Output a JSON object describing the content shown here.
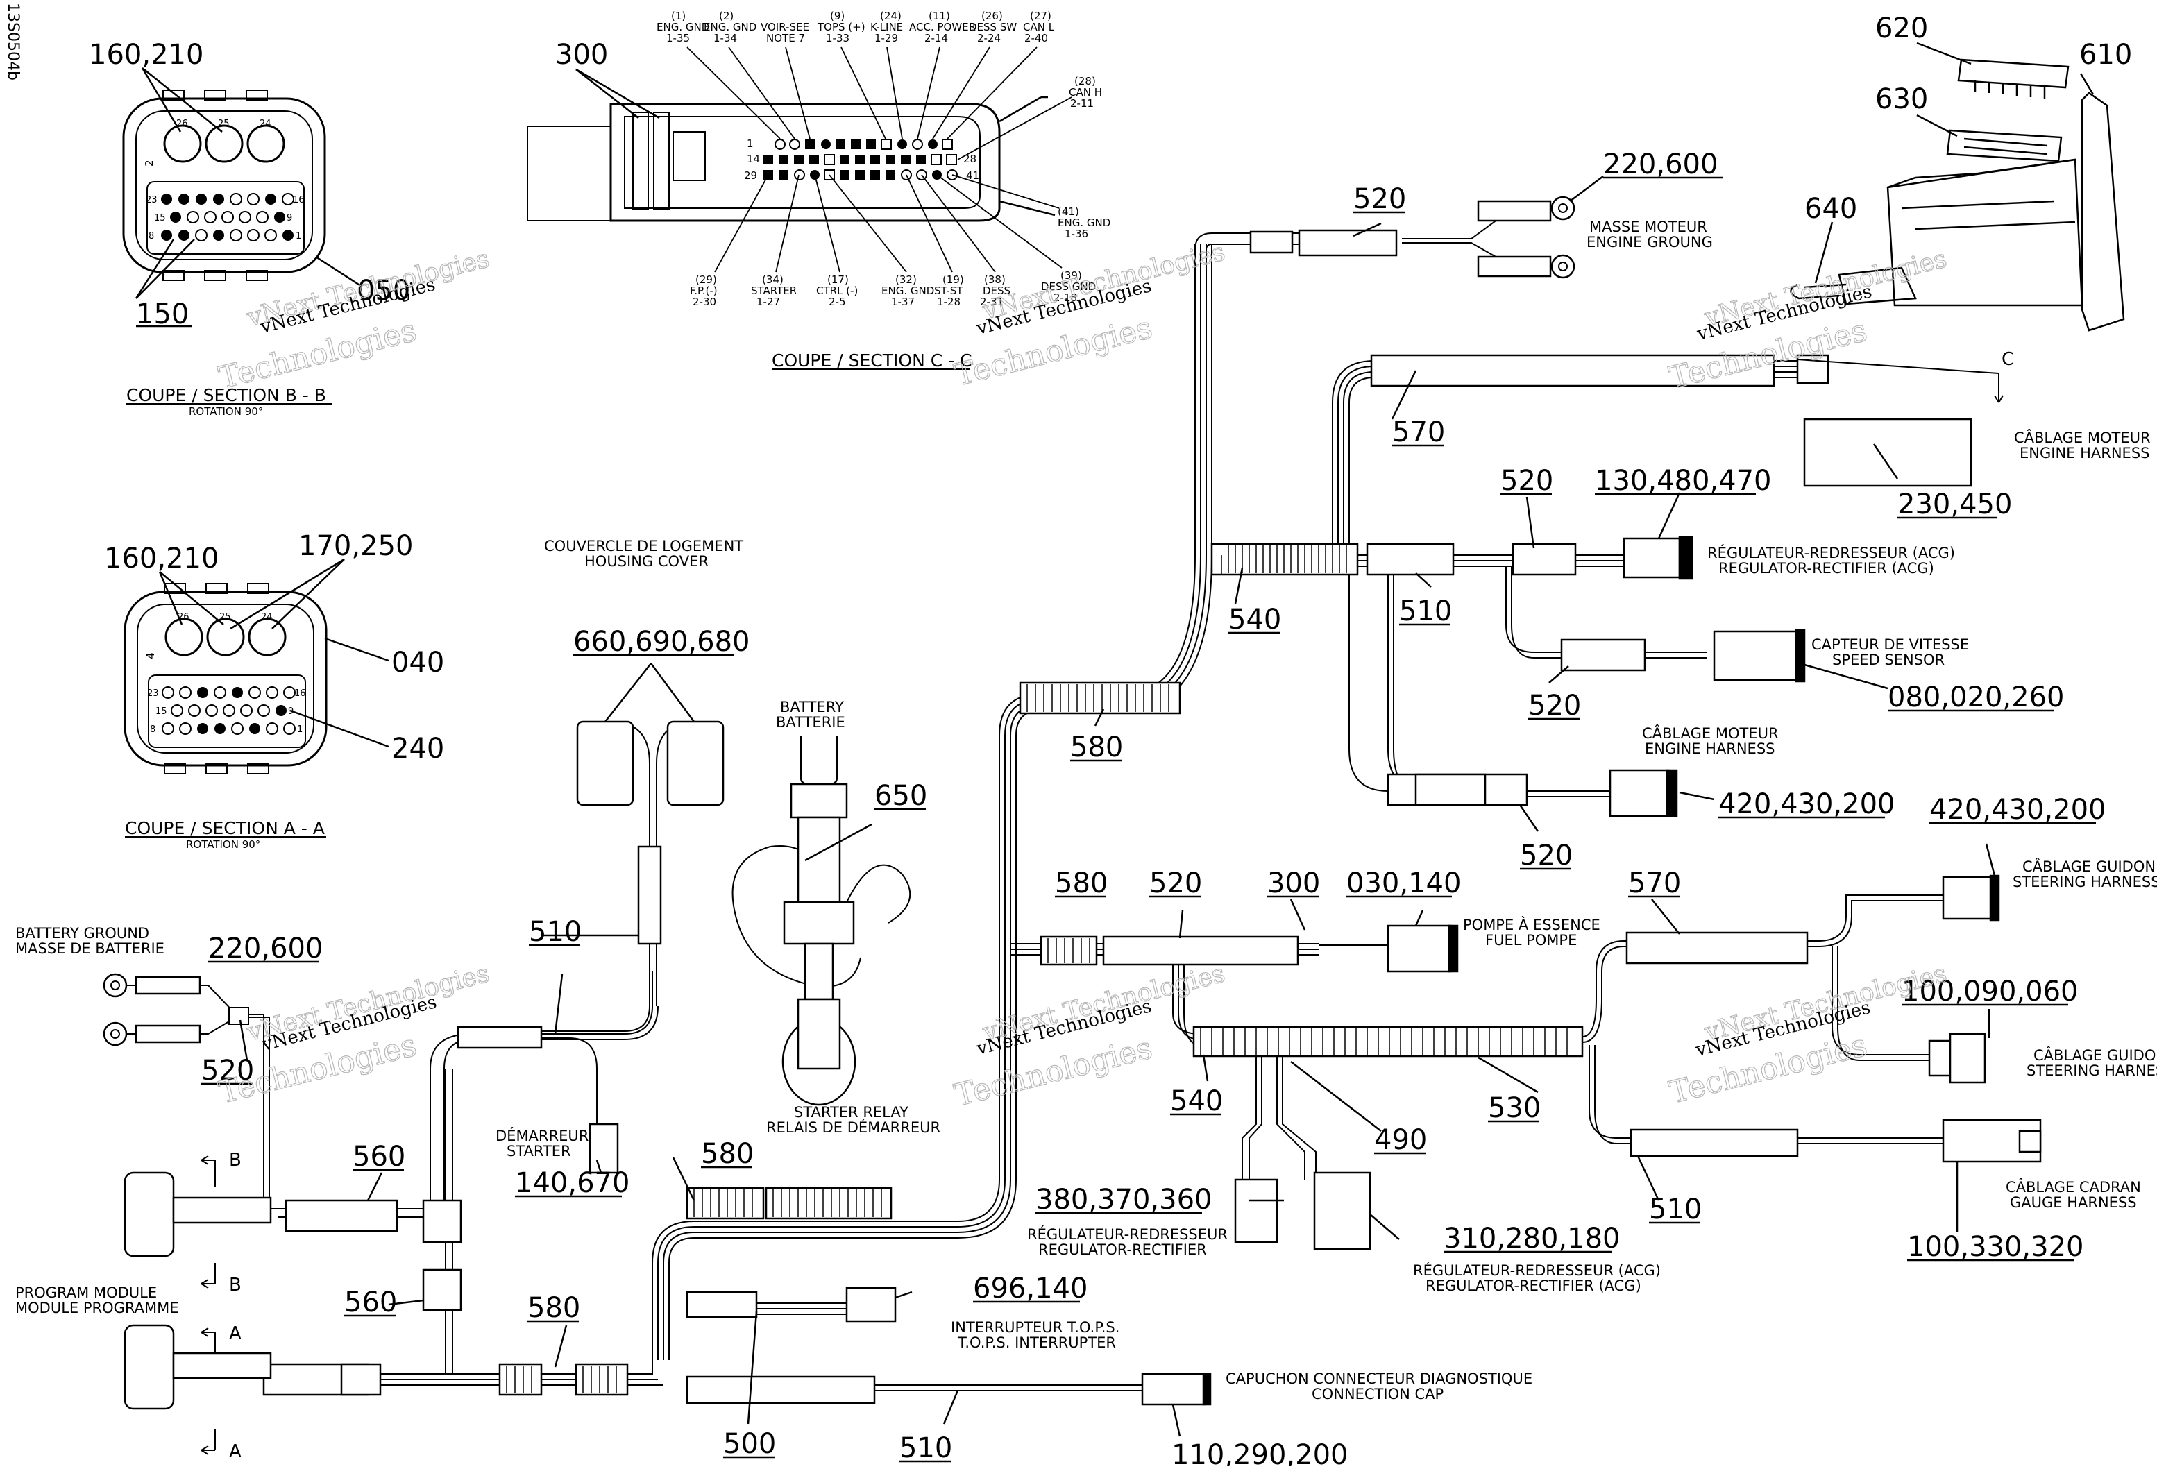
{
  "drawing_id": "13S0504b",
  "watermark": {
    "line1": "vNext Technologies",
    "line2": "Technologies"
  },
  "part_numbers": {
    "p160_210": "160,210",
    "p150": "150",
    "p050": "050",
    "p300": "300",
    "p620": "620",
    "p610": "610",
    "p630": "630",
    "p640": "640",
    "p220_600": "220,600",
    "p520": "520",
    "p570": "570",
    "p230_450": "230,450",
    "p130_480_470": "130,480,470",
    "p540": "540",
    "p510": "510",
    "p080_020_260": "080,020,260",
    "p580": "580",
    "p420_430_200": "420,430,200",
    "p170_250": "170,250",
    "p040": "040",
    "p240": "240",
    "p660_690_680": "660,690,680",
    "p650": "650",
    "p030_140": "030,140",
    "p100_090_060": "100,090,060",
    "p490": "490",
    "p530": "530",
    "p140_670": "140,670",
    "p560": "560",
    "p380_370_360": "380,370,360",
    "p310_280_180": "310,280,180",
    "p696_140": "696,140",
    "p500": "500",
    "p110_290_200": "110,290,200",
    "p100_330_320": "100,330,320"
  },
  "captions": {
    "section_bb": "COUPE / SECTION B - B",
    "section_aa": "COUPE / SECTION A - A",
    "section_cc": "COUPE / SECTION C - C",
    "rotation": "ROTATION 90°",
    "engine_ground_fr": "MASSE MOTEUR",
    "engine_ground_en": "ENGINE GROUNG",
    "engine_harness_fr": "CÂBLAGE MOTEUR",
    "engine_harness_en": "ENGINE HARNESS",
    "reg_acg_fr": "RÉGULATEUR-REDRESSEUR (ACG)",
    "reg_acg_en": "REGULATOR-RECTIFIER (ACG)",
    "speed_fr": "CAPTEUR DE VITESSE",
    "speed_en": "SPEED SENSOR",
    "housing_fr": "COUVERCLE DE LOGEMENT",
    "housing_en": "HOUSING COVER",
    "battery_en": "BATTERY",
    "battery_fr": "BATTERIE",
    "steering_fr": "CÂBLAGE GUIDON",
    "steering_en": "STEERING HARNESS",
    "fuel_fr": "POMPE À ESSENCE",
    "fuel_en": "FUEL POMPE",
    "battery_ground_en": "BATTERY GROUND",
    "battery_ground_fr": "MASSE DE BATTERIE",
    "starter_relay_en": "STARTER RELAY",
    "starter_relay_fr": "RELAIS DE DÉMARREUR",
    "starter_fr": "DÉMARREUR",
    "starter_en": "STARTER",
    "reg_fr": "RÉGULATEUR-REDRESSEUR",
    "reg_en": "REGULATOR-RECTIFIER",
    "gauge_fr": "CÂBLAGE CADRAN",
    "gauge_en": "GAUGE HARNESS",
    "program_fr": "PROGRAM MODULE",
    "program_en": "MODULE PROGRAMME",
    "tops_fr": "INTERRUPTEUR T.O.P.S.",
    "tops_en": "T.O.P.S. INTERRUPTER",
    "cap_fr": "CAPUCHON CONNECTEUR DIAGNOSTIQUE",
    "cap_en": "CONNECTION CAP",
    "sec_a": "A",
    "sec_b": "B",
    "sec_c": "C"
  },
  "connector_pins": {
    "pin_26": "26",
    "pin_25": "25",
    "pin_24": "24",
    "pin_23": "23",
    "pin_16": "16",
    "pin_15": "15",
    "pin_9": "9",
    "pin_8": "8",
    "pin_1": "1",
    "pin_2": "2",
    "pin_4": "4",
    "c1": "1",
    "c14": "14",
    "c29": "29",
    "c28": "28",
    "c41": "41"
  },
  "section_c_labels": {
    "t1a": "(1)",
    "t1b": "ENG. GND",
    "t1c": "1-35",
    "t2a": "(2)",
    "t2b": "ENG. GND",
    "t2c": "1-34",
    "t3a": "VOIR-SEE",
    "t3b": "NOTE 7",
    "t4a": "(9)",
    "t4b": "TOPS (+)",
    "t4c": "1-33",
    "t5a": "(24)",
    "t5b": "K-LINE",
    "t5c": "1-29",
    "t6a": "(11)",
    "t6b": "ACC. POWER",
    "t6c": "2-14",
    "t7a": "(26)",
    "t7b": "DESS SW",
    "t7c": "2-24",
    "t8a": "(27)",
    "t8b": "CAN L",
    "t8c": "2-40",
    "t9a": "(28)",
    "t9b": "CAN H",
    "t9c": "2-11",
    "t10a": "(41)",
    "t10b": "ENG. GND",
    "t10c": "1-36",
    "b1a": "(29)",
    "b1b": "F.P.(-)",
    "b1c": "2-30",
    "b2a": "(34)",
    "b2b": "STARTER",
    "b2c": "1-27",
    "b3a": "(17)",
    "b3b": "CTRL (-)",
    "b3c": "2-5",
    "b4a": "(32)",
    "b4b": "ENG. GND",
    "b4c": "1-37",
    "b5a": "(19)",
    "b5b": "ST-ST",
    "b5c": "1-28",
    "b6a": "(38)",
    "b6b": "DESS",
    "b6c": "2-31",
    "b7a": "(39)",
    "b7b": "DESS GND",
    "b7c": "2-18"
  }
}
